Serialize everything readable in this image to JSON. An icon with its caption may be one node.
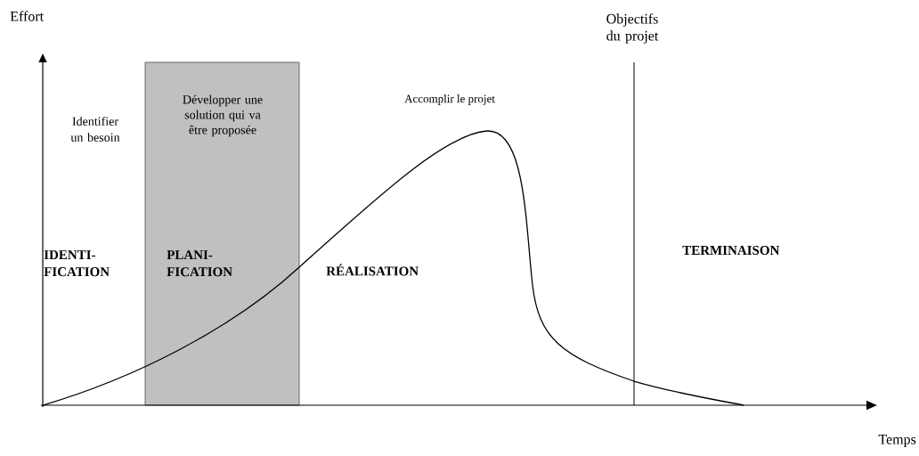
{
  "diagram": {
    "nodes": [
      {
        "text": [
          "Développer une solution qui va être proposée",
          "PLANI- FICATION"
        ]
      }
    ],
    "labels": [
      "Effort",
      "Objectifs du projet",
      "Identifier un besoin",
      "Accomplir le projet",
      "IDENTI- FICATION",
      "RÉALISATION",
      "TERMINAISON",
      "Temps"
    ]
  }
}
